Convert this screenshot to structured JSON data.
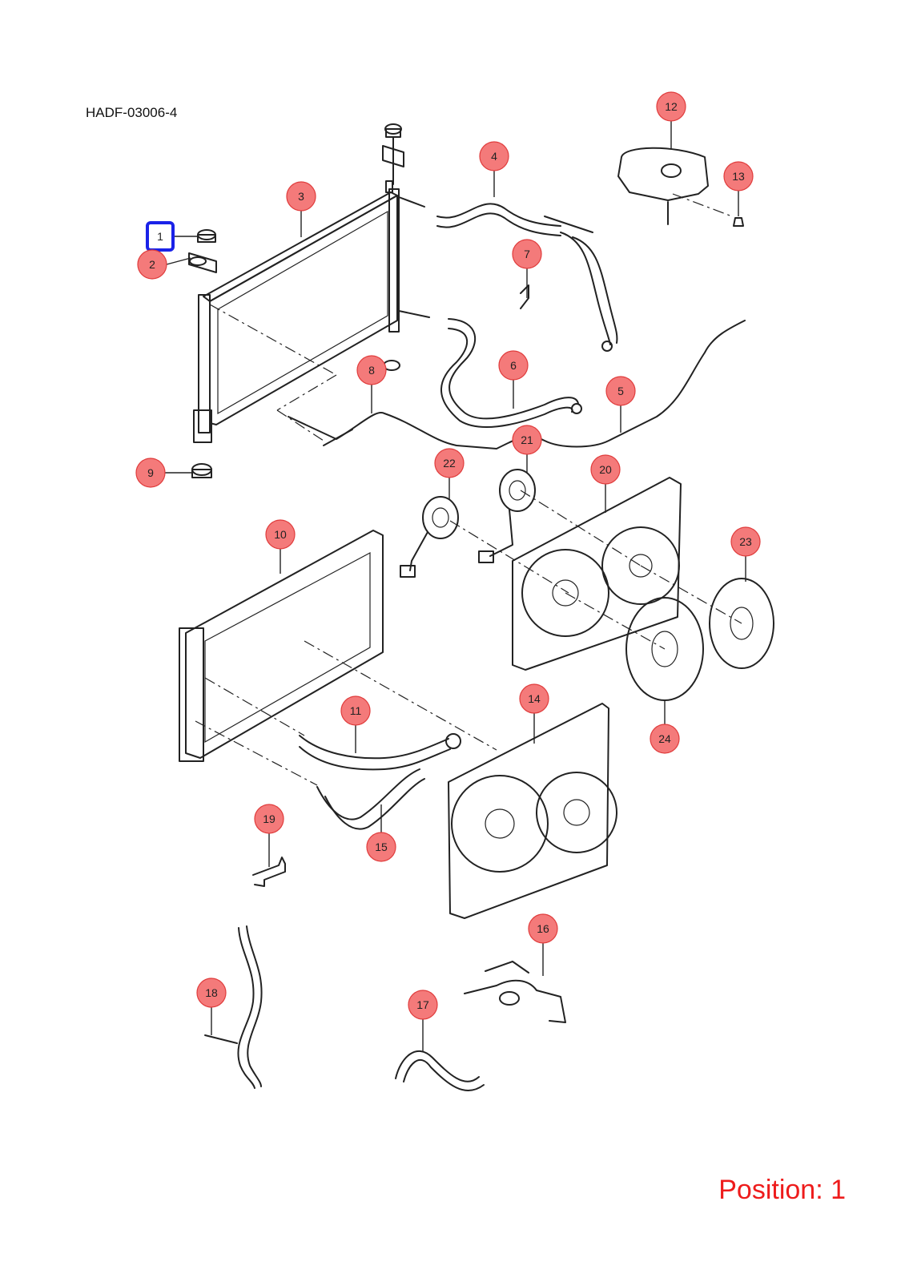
{
  "drawing_code": "HADF-03006-4",
  "position": {
    "text": "Position: 1",
    "selected": "1"
  },
  "colors": {
    "callout_fill": "#f47a7a",
    "callout_stroke": "#e03c3c",
    "selection": "#1a22e8",
    "position_text": "#ee1c1c"
  },
  "callouts": [
    {
      "id": "1",
      "label": "1"
    },
    {
      "id": "2",
      "label": "2"
    },
    {
      "id": "3",
      "label": "3"
    },
    {
      "id": "4",
      "label": "4"
    },
    {
      "id": "5",
      "label": "5"
    },
    {
      "id": "6",
      "label": "6"
    },
    {
      "id": "7",
      "label": "7"
    },
    {
      "id": "8",
      "label": "8"
    },
    {
      "id": "9",
      "label": "9"
    },
    {
      "id": "10",
      "label": "10"
    },
    {
      "id": "11",
      "label": "11"
    },
    {
      "id": "12",
      "label": "12"
    },
    {
      "id": "13",
      "label": "13"
    },
    {
      "id": "14",
      "label": "14"
    },
    {
      "id": "15",
      "label": "15"
    },
    {
      "id": "16",
      "label": "16"
    },
    {
      "id": "17",
      "label": "17"
    },
    {
      "id": "18",
      "label": "18"
    },
    {
      "id": "19",
      "label": "19"
    },
    {
      "id": "20",
      "label": "20"
    },
    {
      "id": "21",
      "label": "21"
    },
    {
      "id": "22",
      "label": "22"
    },
    {
      "id": "23",
      "label": "23"
    },
    {
      "id": "24",
      "label": "24"
    }
  ]
}
